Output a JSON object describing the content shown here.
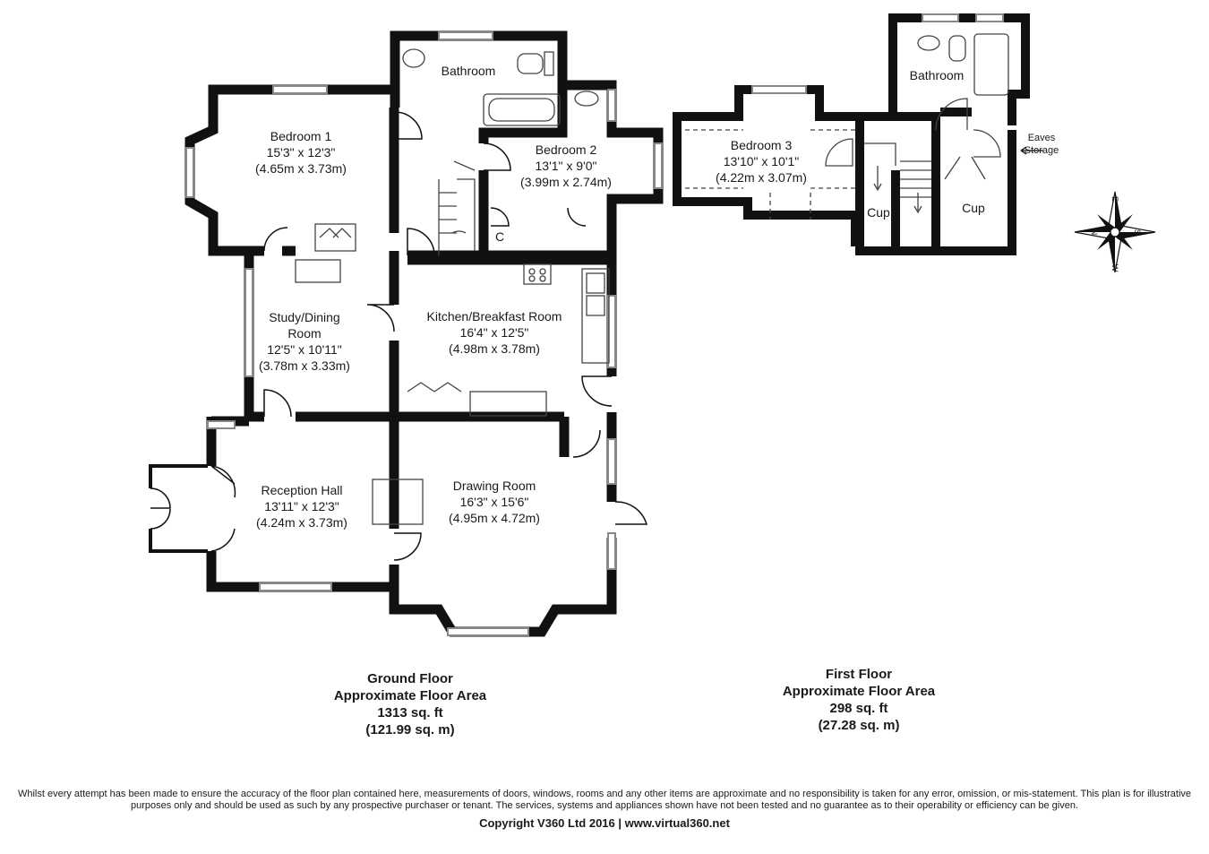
{
  "rooms": {
    "bedroom1": {
      "name": "Bedroom 1",
      "imperial": "15'3\" x 12'3\"",
      "metric": "(4.65m x 3.73m)"
    },
    "bathroom_ground": {
      "name": "Bathroom"
    },
    "bedroom2": {
      "name": "Bedroom 2",
      "imperial": "13'1\" x 9'0\"",
      "metric": "(3.99m x 2.74m)"
    },
    "cupboard_c": {
      "name": "C"
    },
    "study": {
      "name_line1": "Study/Dining",
      "name_line2": "Room",
      "imperial": "12'5\" x 10'11\"",
      "metric": "(3.78m x 3.33m)"
    },
    "kitchen": {
      "name": "Kitchen/Breakfast Room",
      "imperial": "16'4\" x 12'5\"",
      "metric": "(4.98m x 3.78m)"
    },
    "reception": {
      "name": "Reception Hall",
      "imperial": "13'11\" x 12'3\"",
      "metric": "(4.24m x 3.73m)"
    },
    "drawing": {
      "name": "Drawing Room",
      "imperial": "16'3\" x 15'6\"",
      "metric": "(4.95m x 4.72m)"
    },
    "bedroom3": {
      "name": "Bedroom 3",
      "imperial": "13'10\" x 10'1\"",
      "metric": "(4.22m x 3.07m)"
    },
    "bathroom_first": {
      "name": "Bathroom"
    },
    "cup_left": {
      "name": "Cup"
    },
    "cup_right": {
      "name": "Cup"
    },
    "eaves": {
      "line1": "Eaves",
      "line2": "Storage"
    }
  },
  "compass": {
    "n": "N",
    "e": "E",
    "s": "S",
    "w": "W"
  },
  "ground_floor": {
    "title": "Ground Floor",
    "subtitle": "Approximate Floor Area",
    "sqft": "1313 sq. ft",
    "sqm": "(121.99 sq. m)"
  },
  "first_floor": {
    "title": "First Floor",
    "subtitle": "Approximate Floor Area",
    "sqft": "298 sq. ft",
    "sqm": "(27.28 sq. m)"
  },
  "disclaimer": "Whilst every attempt has been made to ensure the accuracy of the floor plan contained here, measurements of doors, windows, rooms and any other items are approximate and no responsibility is taken for any error, omission, or mis-statement. This plan is for illustrative purposes only and should be used as such by any prospective purchaser or tenant. The services, systems and appliances shown have not been tested and no guarantee as to their operability or efficiency can be given.",
  "copyright": "Copyright V360 Ltd 2016 | www.virtual360.net",
  "colors": {
    "wall": "#111111",
    "window": "#888888",
    "fixture": "#444444"
  }
}
